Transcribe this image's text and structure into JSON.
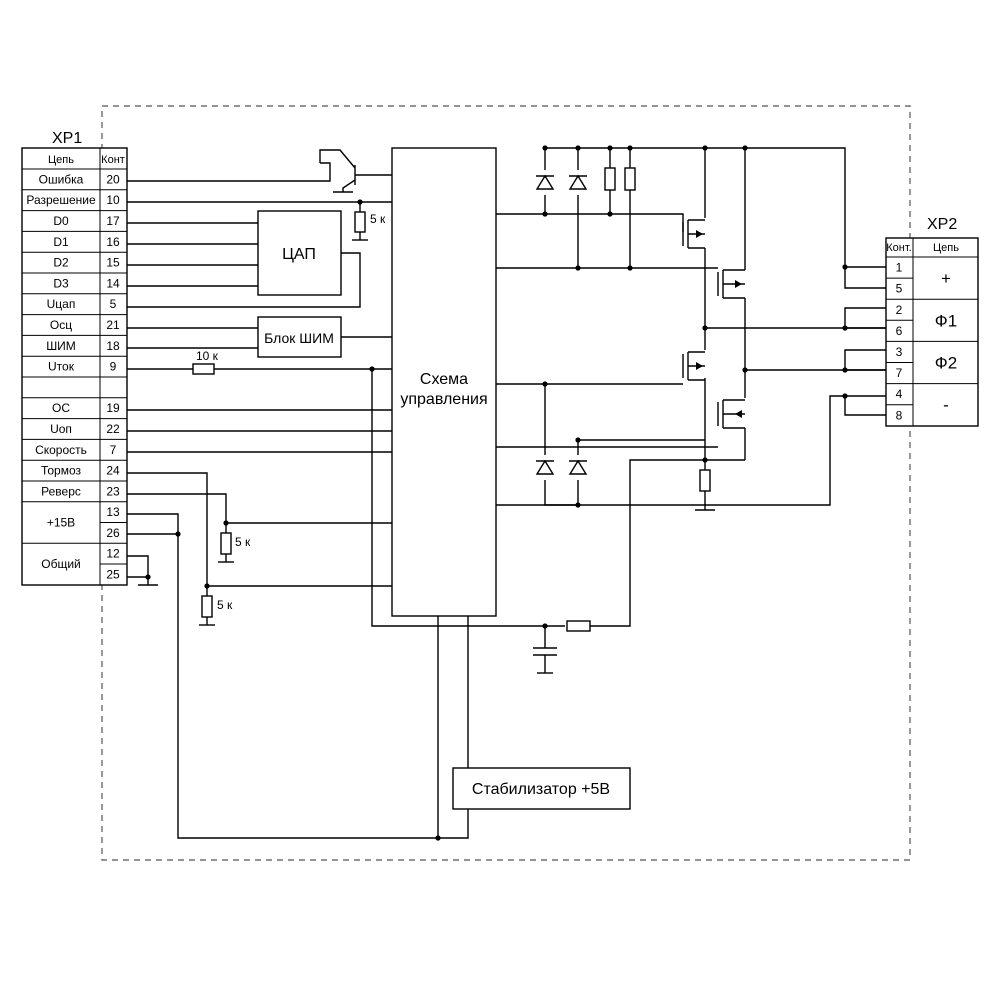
{
  "xp1": {
    "title": "XP1",
    "header_net": "Цепь",
    "header_pin": "Конт",
    "rows": [
      {
        "net": "Ошибка",
        "pin": "20"
      },
      {
        "net": "Разрешение",
        "pin": "10"
      },
      {
        "net": "D0",
        "pin": "17"
      },
      {
        "net": "D1",
        "pin": "16"
      },
      {
        "net": "D2",
        "pin": "15"
      },
      {
        "net": "D3",
        "pin": "14"
      },
      {
        "net": "Uцап",
        "pin": "5"
      },
      {
        "net": "Осц",
        "pin": "21"
      },
      {
        "net": "ШИМ",
        "pin": "18"
      },
      {
        "net": "Uток",
        "pin": "9"
      },
      {
        "net": "",
        "pin": ""
      },
      {
        "net": "ОС",
        "pin": "19"
      },
      {
        "net": "Uоп",
        "pin": "22"
      },
      {
        "net": "Скорость",
        "pin": "7"
      },
      {
        "net": "Тормоз",
        "pin": "24"
      },
      {
        "net": "Реверс",
        "pin": "23"
      }
    ],
    "group_rows": [
      {
        "net": "+15В",
        "pins": [
          "13",
          "26"
        ]
      },
      {
        "net": "Общий",
        "pins": [
          "12",
          "25"
        ]
      }
    ]
  },
  "xp2": {
    "title": "XP2",
    "header_pin": "Конт.",
    "header_net": "Цепь",
    "groups": [
      {
        "net": "+",
        "pins": [
          "1",
          "5"
        ]
      },
      {
        "net": "Ф1",
        "pins": [
          "2",
          "6"
        ]
      },
      {
        "net": "Ф2",
        "pins": [
          "3",
          "7"
        ]
      },
      {
        "net": "-",
        "pins": [
          "4",
          "8"
        ]
      }
    ]
  },
  "blocks": {
    "dac": "ЦАП",
    "pwm": "Блок ШИМ",
    "control_line1": "Схема",
    "control_line2": "управления",
    "stabilizer": "Стабилизатор +5В"
  },
  "resistors": {
    "r_enable": "5 к",
    "r_current": "10 к",
    "r_brake": "5 к",
    "r_reverse": "5 к"
  }
}
